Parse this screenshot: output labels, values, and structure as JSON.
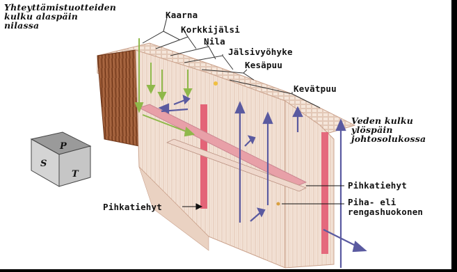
{
  "labels": {
    "sugar_transport": [
      "Yhteyttämistuotteiden",
      "kulku alaspäin",
      "nilassa"
    ],
    "bark": "Kaarna",
    "cork_cambium": "Korkkijälsi",
    "phloem": "Nila",
    "cambium": "Jälsivyöhyke",
    "summer_wood": "Kesäpuu",
    "spring_wood": "Kevätpuu",
    "water_transport": [
      "Veden kulku",
      "ylöspäin",
      "johtosolukossa"
    ],
    "ray_right": "Pihkatiehyt",
    "pit": [
      "Piha- eli",
      "rengashuokonen"
    ],
    "ray_left": "Pihkatiehyt"
  },
  "orientation_cube": {
    "top": "P",
    "left": "S",
    "right": "T"
  },
  "colors": {
    "wood_light": "#f2e2d6",
    "bark": "#8a4a2a",
    "resin": "#e2566e",
    "water_arrow": "#5a5aa0",
    "sugar_arrow": "#8fb84a"
  }
}
